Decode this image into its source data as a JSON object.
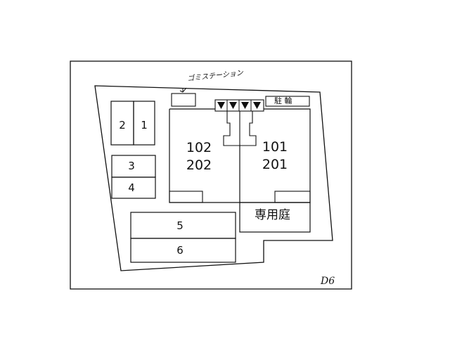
{
  "site": {
    "units_left": [
      "102",
      "202"
    ],
    "units_right": [
      "101",
      "201"
    ],
    "private_garden": "専用庭",
    "bicycle_parking": "駐 輪",
    "garbage_station": "ゴミステーション",
    "page_code": "D6"
  },
  "parking": {
    "spaces": [
      "1",
      "2",
      "3",
      "4",
      "5",
      "6"
    ]
  }
}
